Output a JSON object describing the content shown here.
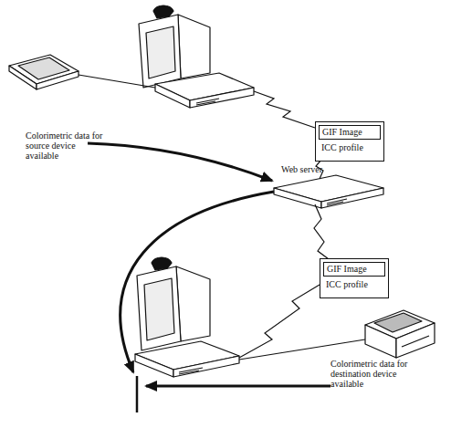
{
  "diagram": {
    "nodes": [
      {
        "text": [
          "GIF Image",
          "ICC profile"
        ]
      },
      {
        "text": [
          "Web server"
        ]
      },
      {
        "text": [
          "GIF Image",
          "ICC profile"
        ]
      }
    ],
    "labels": [
      "Colorimetric data for source device available",
      "Colorimetric data for destination device available"
    ]
  }
}
